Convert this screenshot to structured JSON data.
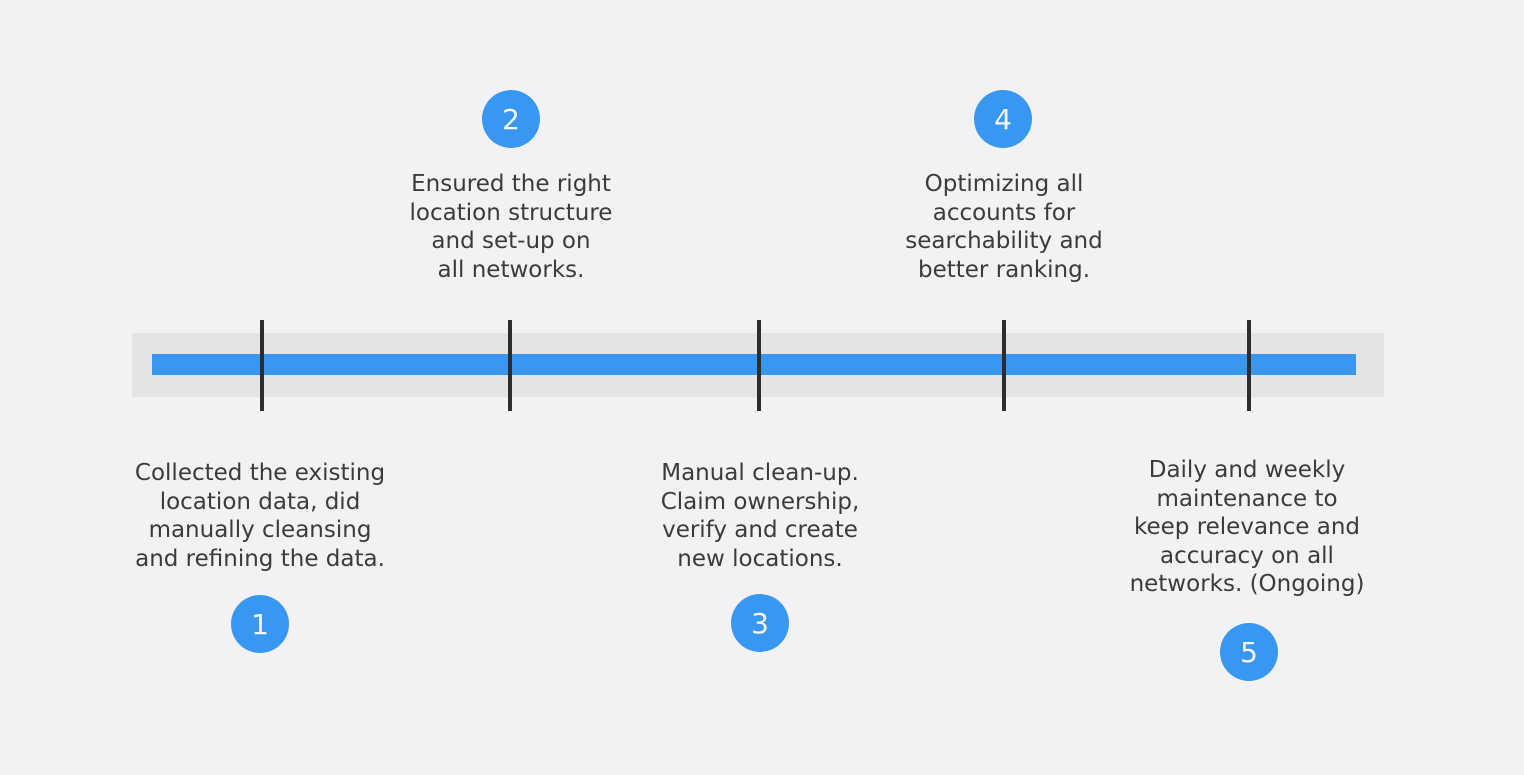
{
  "diagram": {
    "type": "timeline-infographic",
    "background_color": "#f2f2f4",
    "track_color": "#e4e4e6",
    "progress_bar_color": "#3897f0",
    "tick_color": "#2d2d2f",
    "text_color": "#3b3b3d",
    "circle_color": "#3897f0",
    "circle_number_color": "#ffffff"
  },
  "steps": [
    {
      "number": "1",
      "position": "below",
      "text": "Collected the existing\nlocation data, did\nmanually cleansing\nand refining the data."
    },
    {
      "number": "2",
      "position": "above",
      "text": "Ensured the right\nlocation structure\nand set-up on\nall networks."
    },
    {
      "number": "3",
      "position": "below",
      "text": "Manual clean-up.\nClaim ownership,\nverify and create\nnew locations."
    },
    {
      "number": "4",
      "position": "above",
      "text": "Optimizing all\naccounts for\nsearchability and\nbetter ranking."
    },
    {
      "number": "5",
      "position": "below",
      "text": "Daily and weekly\nmaintenance to\nkeep relevance and\naccuracy on all\nnetworks. (Ongoing)"
    }
  ]
}
